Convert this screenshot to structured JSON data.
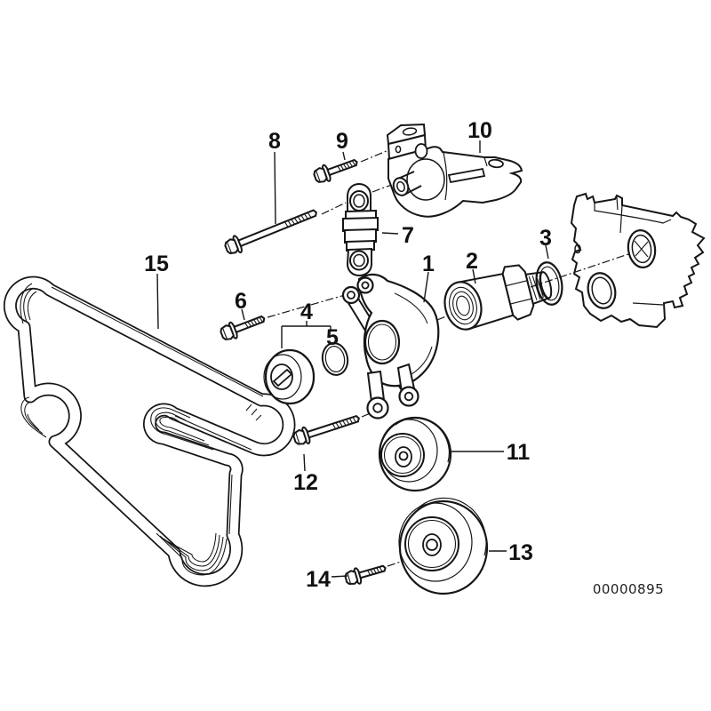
{
  "page": {
    "background": "#ffffff",
    "ink": "#161616"
  },
  "diagram": {
    "image_id": "00000895",
    "callouts": {
      "1": "1",
      "2": "2",
      "3": "3",
      "4": "4",
      "5": "5",
      "6": "6",
      "7": "7",
      "8": "8",
      "9": "9",
      "10": "10",
      "11": "11",
      "12": "12",
      "13": "13",
      "14": "14",
      "15": "15"
    }
  }
}
